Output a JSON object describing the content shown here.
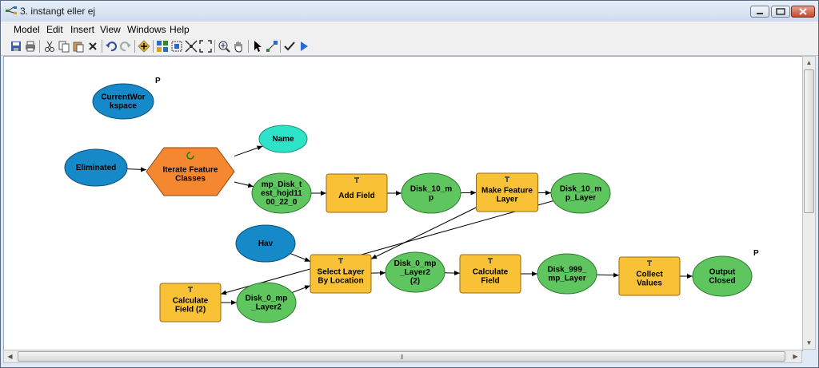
{
  "window": {
    "title": "3. instangt eller ej"
  },
  "menu": [
    "Model",
    "Edit",
    "Insert",
    "View",
    "Windows",
    "Help"
  ],
  "toolbar_icons": [
    "save-icon",
    "print-icon",
    "cut-icon",
    "copy-icon",
    "paste-icon",
    "delete-icon",
    "undo-icon",
    "redo-icon",
    "add-data-icon",
    "auto-layout-icon",
    "select-all-icon",
    "full-extent-icon",
    "fixed-zoom-icon",
    "zoom-in-icon",
    "pan-icon",
    "select-icon",
    "connect-icon",
    "validate-icon",
    "run-icon"
  ],
  "colors": {
    "variable_blue": "#1689c8",
    "name_cyan": "#2de3c8",
    "derived_green": "#5fc65f",
    "tool_yellow": "#f8c136",
    "iterator_orange": "#f4872f"
  },
  "diagram": {
    "nodes": [
      {
        "id": "current-workspace",
        "kind": "variable",
        "lines": [
          "CurrentWor",
          "kspace"
        ],
        "param": "P"
      },
      {
        "id": "eliminated",
        "kind": "variable",
        "lines": [
          "Eliminated"
        ]
      },
      {
        "id": "iterate-feature-classes",
        "kind": "iterator",
        "lines": [
          "Iterate Feature",
          "Classes"
        ]
      },
      {
        "id": "name",
        "kind": "name",
        "lines": [
          "Name"
        ]
      },
      {
        "id": "mp-disk-test",
        "kind": "derived",
        "lines": [
          "mp_Disk_t",
          "est_hojd11",
          "00_22_0"
        ]
      },
      {
        "id": "add-field",
        "kind": "tool",
        "lines": [
          "Add Field"
        ]
      },
      {
        "id": "disk-10-mp",
        "kind": "derived",
        "lines": [
          "Disk_10_m",
          "p"
        ]
      },
      {
        "id": "make-feature-layer",
        "kind": "tool",
        "lines": [
          "Make Feature",
          "Layer"
        ]
      },
      {
        "id": "disk-10-mp-layer",
        "kind": "derived",
        "lines": [
          "Disk_10_m",
          "p_Layer"
        ]
      },
      {
        "id": "hav",
        "kind": "variable",
        "lines": [
          "Hav"
        ]
      },
      {
        "id": "select-layer-by-location",
        "kind": "tool",
        "lines": [
          "Select Layer",
          "By Location"
        ]
      },
      {
        "id": "disk-0-mp-layer2-2",
        "kind": "derived",
        "lines": [
          "Disk_0_mp",
          "_Layer2",
          "(2)"
        ]
      },
      {
        "id": "calculate-field",
        "kind": "tool",
        "lines": [
          "Calculate",
          "Field"
        ]
      },
      {
        "id": "disk-999-mp-layer",
        "kind": "derived",
        "lines": [
          "Disk_999_",
          "mp_Layer"
        ]
      },
      {
        "id": "collect-values",
        "kind": "tool",
        "lines": [
          "Collect",
          "Values"
        ]
      },
      {
        "id": "output-closed",
        "kind": "derived",
        "lines": [
          "Output",
          "Closed"
        ],
        "param": "P"
      },
      {
        "id": "calculate-field-2",
        "kind": "tool",
        "lines": [
          "Calculate",
          "Field (2)"
        ]
      },
      {
        "id": "disk-0-mp-layer2",
        "kind": "derived",
        "lines": [
          "Disk_0_mp",
          "_Layer2"
        ]
      }
    ],
    "edges": [
      {
        "from": "eliminated",
        "to": "iterate-feature-classes"
      },
      {
        "from": "iterate-feature-classes",
        "to": "name"
      },
      {
        "from": "iterate-feature-classes",
        "to": "mp-disk-test"
      },
      {
        "from": "mp-disk-test",
        "to": "add-field"
      },
      {
        "from": "add-field",
        "to": "disk-10-mp"
      },
      {
        "from": "disk-10-mp",
        "to": "make-feature-layer"
      },
      {
        "from": "make-feature-layer",
        "to": "disk-10-mp-layer"
      },
      {
        "from": "disk-10-mp-layer",
        "to": "calculate-field-2"
      },
      {
        "from": "calculate-field-2",
        "to": "disk-0-mp-layer2"
      },
      {
        "from": "disk-0-mp-layer2",
        "to": "select-layer-by-location"
      },
      {
        "from": "hav",
        "to": "select-layer-by-location"
      },
      {
        "from": "make-feature-layer",
        "to": "select-layer-by-location"
      },
      {
        "from": "select-layer-by-location",
        "to": "disk-0-mp-layer2-2"
      },
      {
        "from": "disk-0-mp-layer2-2",
        "to": "calculate-field"
      },
      {
        "from": "calculate-field",
        "to": "disk-999-mp-layer"
      },
      {
        "from": "disk-999-mp-layer",
        "to": "collect-values"
      },
      {
        "from": "collect-values",
        "to": "output-closed"
      }
    ]
  }
}
